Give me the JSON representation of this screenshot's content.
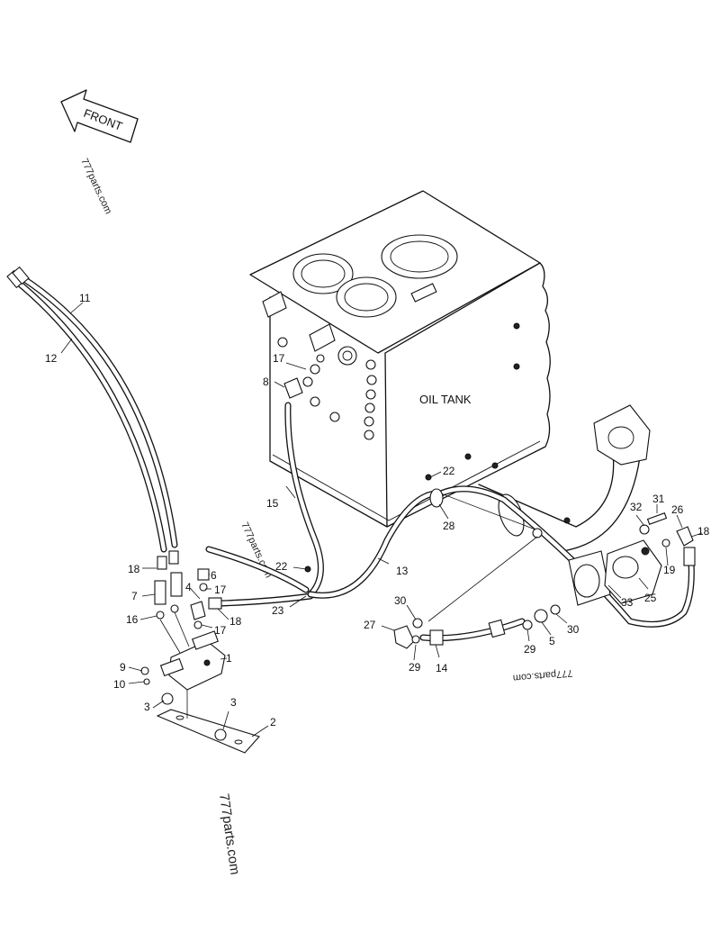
{
  "diagram": {
    "direction_label": "FRONT",
    "tank_label": "OIL TANK",
    "watermarks": [
      "777parts.com",
      "777parts.com",
      "777parts.com",
      "777parts.com"
    ],
    "callouts": {
      "c1": "1",
      "c2": "2",
      "c3a": "3",
      "c3b": "3",
      "c4": "4",
      "c5": "5",
      "c6": "6",
      "c7": "7",
      "c8": "8",
      "c9": "9",
      "c10": "10",
      "c11": "11",
      "c12": "12",
      "c13": "13",
      "c14": "14",
      "c15": "15",
      "c16": "16",
      "c17a": "17",
      "c17b": "17",
      "c17c": "17",
      "c18a": "18",
      "c18b": "18",
      "c18c": "18",
      "c19": "19",
      "c22a": "22",
      "c22b": "22",
      "c23": "23",
      "c25": "25",
      "c26": "26",
      "c27": "27",
      "c28": "28",
      "c29a": "29",
      "c29b": "29",
      "c30a": "30",
      "c30b": "30",
      "c31": "31",
      "c32": "32",
      "c33": "33"
    }
  }
}
